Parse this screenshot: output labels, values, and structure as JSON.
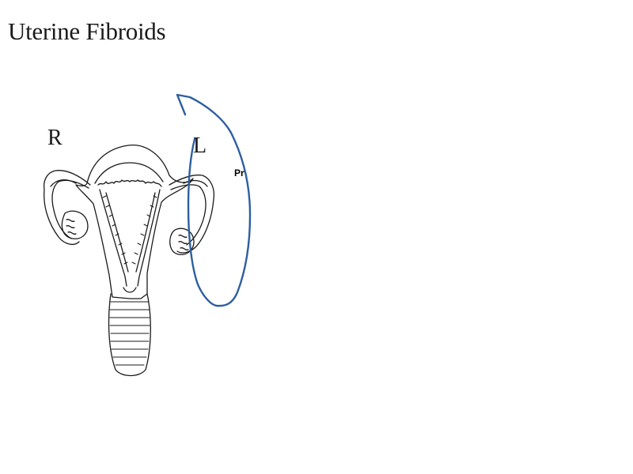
{
  "title": "Uterine Fibroids",
  "labels": {
    "right": "R",
    "left": "L",
    "annotation": "Pr"
  },
  "colors": {
    "line_art": "#1a1a1a",
    "pen_stroke": "#2d5fa0"
  }
}
